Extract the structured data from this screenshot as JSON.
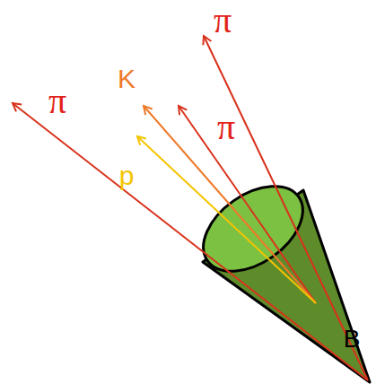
{
  "diagram": {
    "labels": [
      "π",
      "K",
      "π",
      "π",
      "p",
      "B"
    ]
  }
}
